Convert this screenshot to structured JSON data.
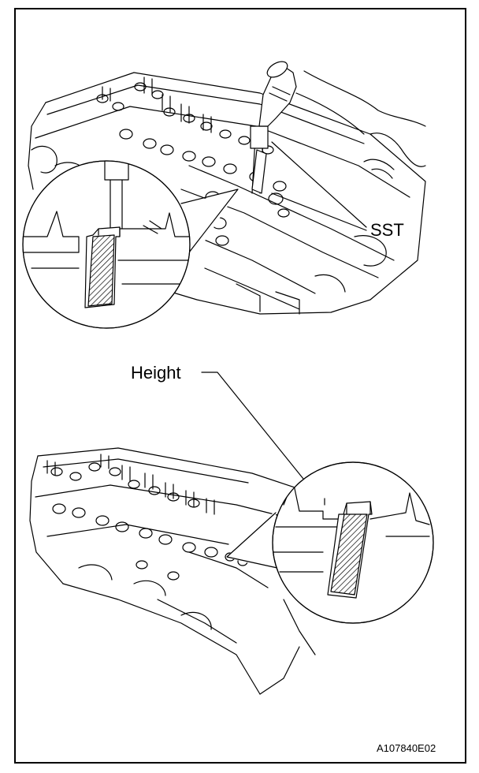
{
  "labels": {
    "sst": "SST",
    "height": "Height",
    "figure_code": "A107840E02"
  },
  "colors": {
    "line": "#000000",
    "background": "#ffffff"
  }
}
